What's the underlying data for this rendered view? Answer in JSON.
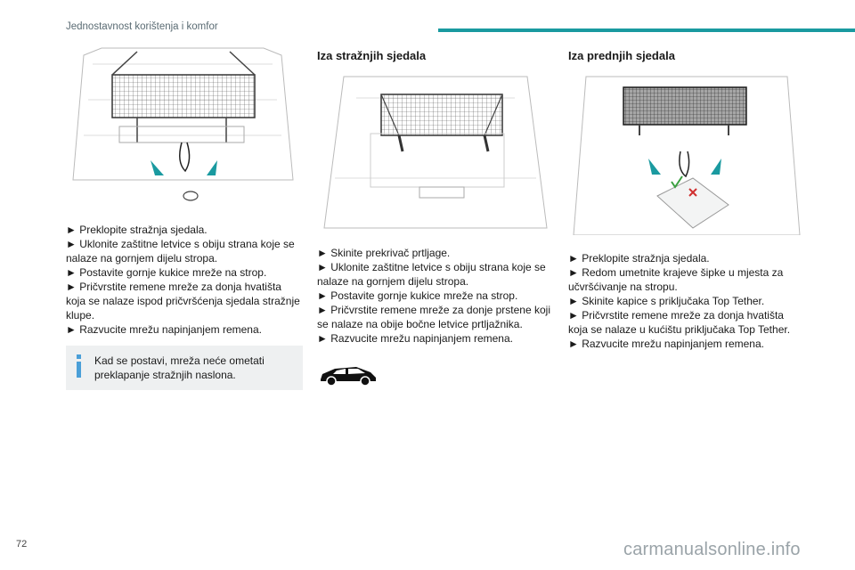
{
  "header": {
    "title": "Jednostavnost korištenja i komfor"
  },
  "colors": {
    "accent": "#1a9aa0",
    "note_bg": "#eef0f1",
    "icon_teal": "#1a9aa0",
    "check_green": "#3aa040",
    "cross_red": "#d03030"
  },
  "col1": {
    "illustration_icon": "cargo-net-rear-seat-illustration",
    "steps": [
      "► Preklopite stražnja sjedala.",
      "► Uklonite zaštitne letvice s obiju strana koje se nalaze na gornjem dijelu stropa.",
      "► Postavite gornje kukice mreže na strop.",
      "► Pričvrstite remene mreže za donja hvatišta koja se nalaze ispod pričvršćenja sjedala stražnje klupe.",
      "► Razvucite mrežu napinjanjem remena."
    ],
    "note": "Kad se postavi, mreža neće ometati preklapanje stražnjih naslona."
  },
  "col2": {
    "title": "Iza stražnjih sjedala",
    "illustration_icon": "cargo-net-behind-rear-seats-illustration",
    "steps": [
      "► Skinite prekrivač prtljage.",
      "► Uklonite zaštitne letvice s obiju strana koje se nalaze na gornjem dijelu stropa.",
      "► Postavite gornje kukice mreže na strop.",
      "► Pričvrstite remene mreže za donje prstene koji se nalaze na obije bočne letvice prtljažnika.",
      "► Razvucite mrežu napinjanjem remena."
    ],
    "car_icon": "estate-car-icon"
  },
  "col3": {
    "title": "Iza prednjih sjedala",
    "illustration_icon": "cargo-net-behind-front-seats-illustration",
    "steps": [
      "► Preklopite stražnja sjedala.",
      "► Redom umetnite krajeve šipke u mjesta za učvršćivanje na stropu.",
      "► Skinite kapice s priključaka Top Tether.",
      "► Pričvrstite remene mreže za donja hvatišta koja se nalaze u kućištu priključaka Top Tether.",
      "► Razvucite mrežu napinjanjem remena."
    ]
  },
  "page_number": "72",
  "watermark": "carmanualsonline.info"
}
